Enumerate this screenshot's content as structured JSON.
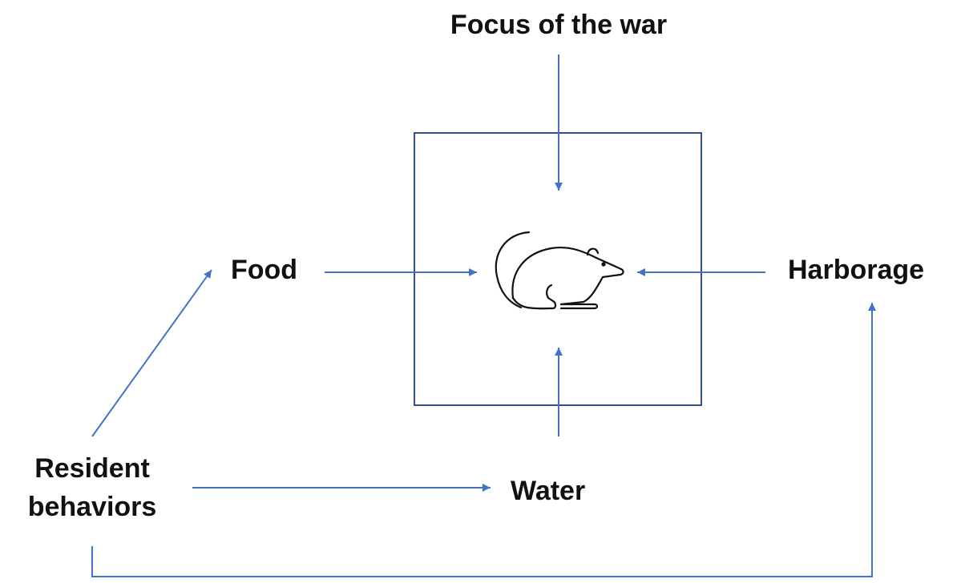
{
  "diagram": {
    "nodes": {
      "focus": "Focus of the war",
      "food": "Food",
      "harborage": "Harborage",
      "water": "Water",
      "resident_line1": "Resident",
      "resident_line2": "behaviors"
    },
    "center_icon": "rat-icon",
    "edges": [
      {
        "from": "Focus of the war",
        "to": "rat-icon"
      },
      {
        "from": "Food",
        "to": "rat-icon"
      },
      {
        "from": "Harborage",
        "to": "rat-icon"
      },
      {
        "from": "Water",
        "to": "rat-icon"
      },
      {
        "from": "Resident behaviors",
        "to": "Food"
      },
      {
        "from": "Resident behaviors",
        "to": "Water"
      },
      {
        "from": "Resident behaviors",
        "to": "Harborage"
      }
    ],
    "colors": {
      "arrow": "#4472C4",
      "box": "#2F4F8F",
      "text": "#111111",
      "icon": "#111111"
    }
  }
}
